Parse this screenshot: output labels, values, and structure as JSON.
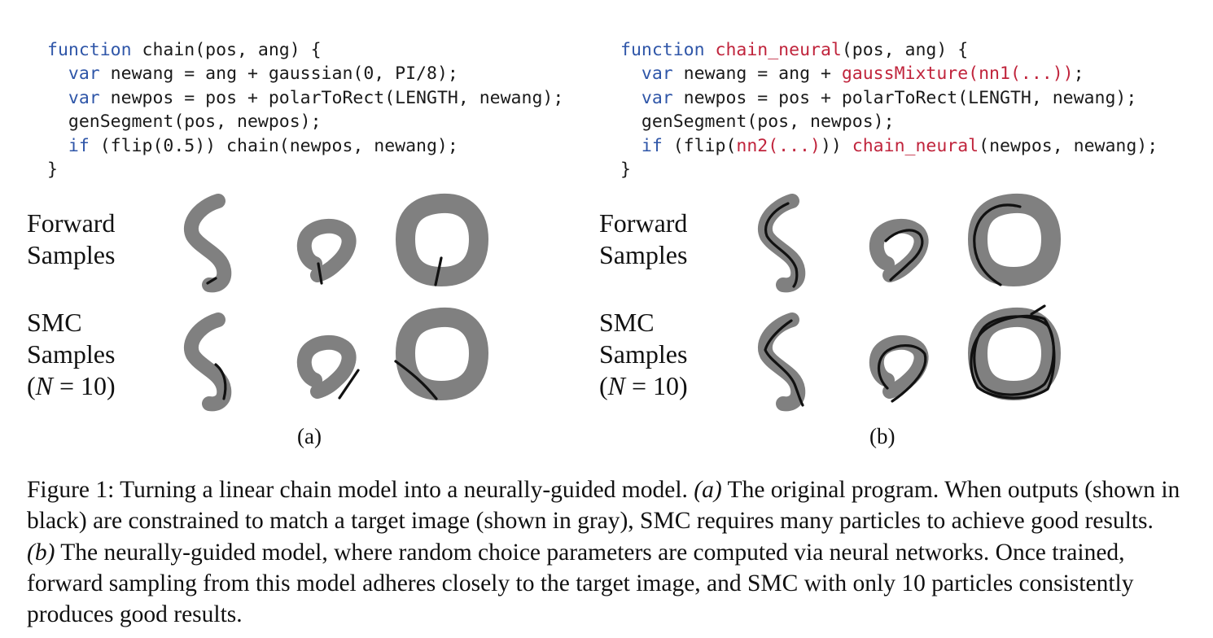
{
  "code_a": {
    "l1_kw": "function",
    "l1_rest": " chain(pos, ang) {",
    "l2_pre": "  ",
    "l2_kw": "var",
    "l2_rest": " newang = ang + gaussian(0, PI/8);",
    "l3_pre": "  ",
    "l3_kw": "var",
    "l3_rest": " newpos = pos + polarToRect(LENGTH, newang);",
    "l4": "  genSegment(pos, newpos);",
    "l5_pre": "  ",
    "l5_kw": "if",
    "l5_rest": " (flip(0.5)) chain(newpos, newang);",
    "l6": "}"
  },
  "code_b": {
    "l1_kw": "function",
    "l1_sp": " ",
    "l1_red": "chain_neural",
    "l1_rest": "(pos, ang) {",
    "l2_pre": "  ",
    "l2_kw": "var",
    "l2_mid": " newang = ang + ",
    "l2_red": "gaussMixture(nn1(...))",
    "l2_end": ";",
    "l3_pre": "  ",
    "l3_kw": "var",
    "l3_rest": " newpos = pos + polarToRect(LENGTH, newang);",
    "l4": "  genSegment(pos, newpos);",
    "l5_pre": "  ",
    "l5_kw": "if",
    "l5_mid": " (flip(",
    "l5_red1": "nn2(...)",
    "l5_mid2": ")) ",
    "l5_red2": "chain_neural",
    "l5_end": "(newpos, newang);",
    "l6": "}"
  },
  "labels": {
    "forward_1": "Forward",
    "forward_2": "Samples",
    "smc_1": "SMC",
    "smc_2": "Samples",
    "smc_3_open": "(",
    "smc_3_n": "N",
    "smc_3_rest": " = 10)"
  },
  "sublabels": {
    "a": "(a)",
    "b": "(b)"
  },
  "caption": {
    "fig": "Figure 1: Turning a linear chain model into a neurally-guided model. ",
    "a_tag": "(a)",
    "a_text": " The original program. When outputs (shown in black) are constrained to match a target image (shown in gray), SMC requires many particles to achieve good results. ",
    "b_tag": "(b)",
    "b_text": " The neurally-guided model, where random choice parameters are computed via neural networks. Once trained, forward sampling from this model adheres closely to the target image, and SMC with only 10 particles consistently produces good results."
  },
  "colors": {
    "target": "#808080",
    "output": "#111111",
    "keyword": "#2f56a8",
    "highlight": "#c0243c"
  },
  "shapes": [
    "s-curve",
    "hook",
    "ring"
  ]
}
